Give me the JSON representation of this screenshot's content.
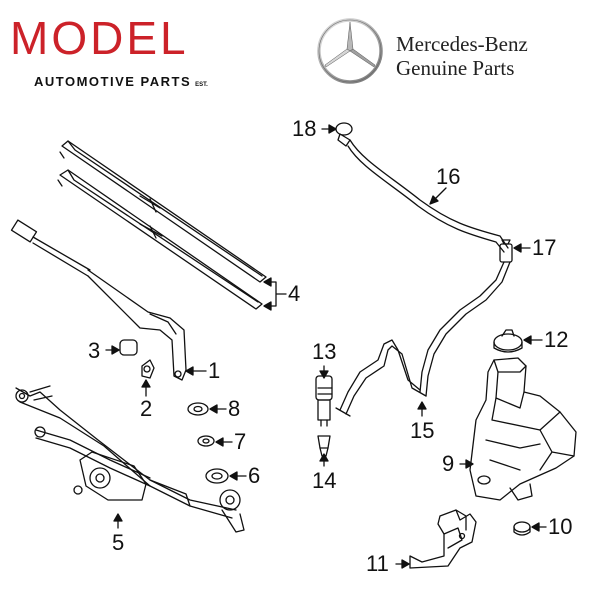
{
  "header": {
    "brand_word": "MODEL",
    "brand_subtitle": "AUTOMOTIVE PARTS",
    "brand_est": "EST.",
    "oem_line1": "Mercedes-Benz",
    "oem_line2": "Genuine Parts",
    "logo_icon": "mercedes-star-icon"
  },
  "callouts": [
    "1",
    "2",
    "3",
    "4",
    "5",
    "6",
    "7",
    "8",
    "9",
    "10",
    "11",
    "12",
    "13",
    "14",
    "15",
    "16",
    "17",
    "18"
  ],
  "colors": {
    "brand_red": "#cc2229",
    "line": "#111111"
  }
}
